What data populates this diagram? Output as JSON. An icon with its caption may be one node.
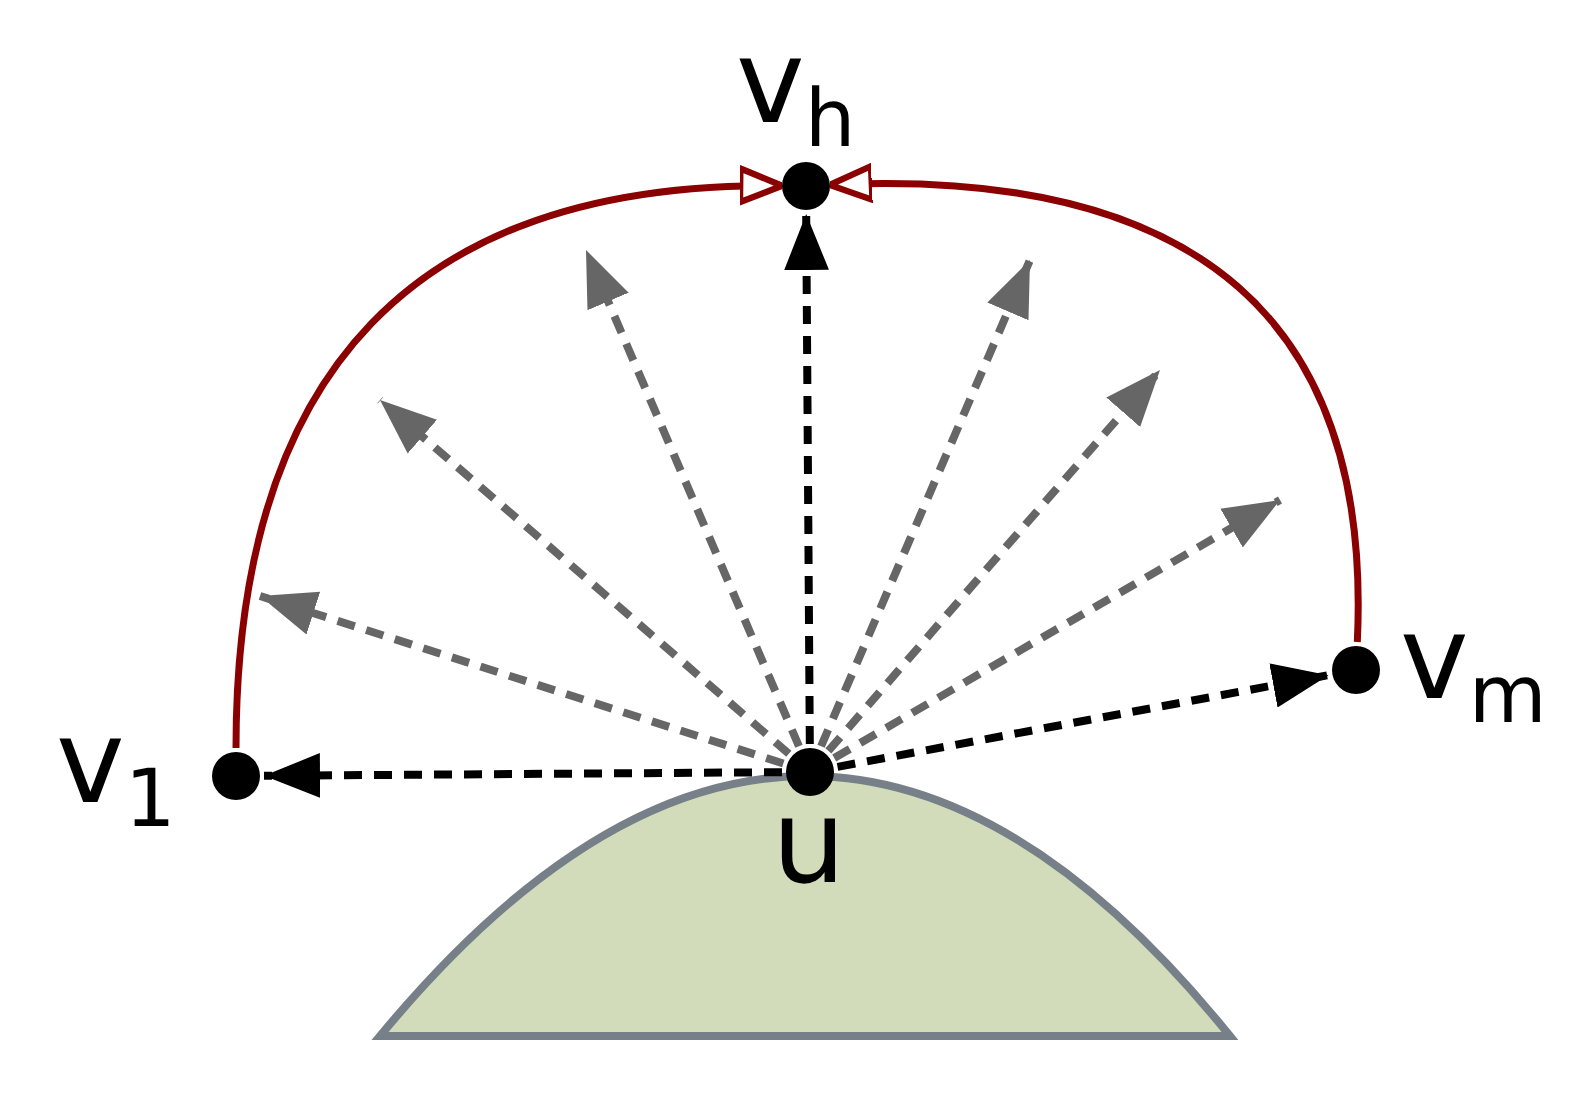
{
  "diagram": {
    "nodes": [
      {
        "text": [],
        "shape": "circle",
        "beside": [
          "u"
        ]
      },
      {
        "text": [],
        "shape": "circle",
        "beside": [
          "v$_{1}$"
        ]
      },
      {
        "text": [],
        "shape": "circle",
        "beside": [
          "v$_{h}$"
        ]
      },
      {
        "text": [],
        "shape": "circle",
        "beside": [
          "v$_{m}$"
        ]
      }
    ],
    "edges": [
      {
        "from": 0,
        "to": 1,
        "arrow": "to",
        "style": "dashed",
        "color": "#000000"
      },
      {
        "from": 0,
        "to": null,
        "arrow": "to",
        "style": "dashed"
      },
      {
        "from": 0,
        "to": null,
        "arrow": "to",
        "style": "dashed"
      },
      {
        "from": 0,
        "to": null,
        "arrow": "to",
        "style": "dashed"
      },
      {
        "from": 0,
        "to": 2,
        "arrow": "to",
        "style": "dashed",
        "color": "#000000"
      },
      {
        "from": 0,
        "to": null,
        "arrow": "to",
        "style": "dashed"
      },
      {
        "from": 0,
        "to": null,
        "arrow": "to",
        "style": "dashed"
      },
      {
        "from": 0,
        "to": null,
        "arrow": "to",
        "style": "dashed"
      },
      {
        "from": 0,
        "to": 3,
        "arrow": "to",
        "style": "dashed",
        "color": "#000000"
      },
      {
        "from": 1,
        "to": 2,
        "arrow": "to",
        "color": "#8b0000"
      },
      {
        "from": 3,
        "to": 2,
        "arrow": "to",
        "color": "#8b0000"
      }
    ]
  }
}
